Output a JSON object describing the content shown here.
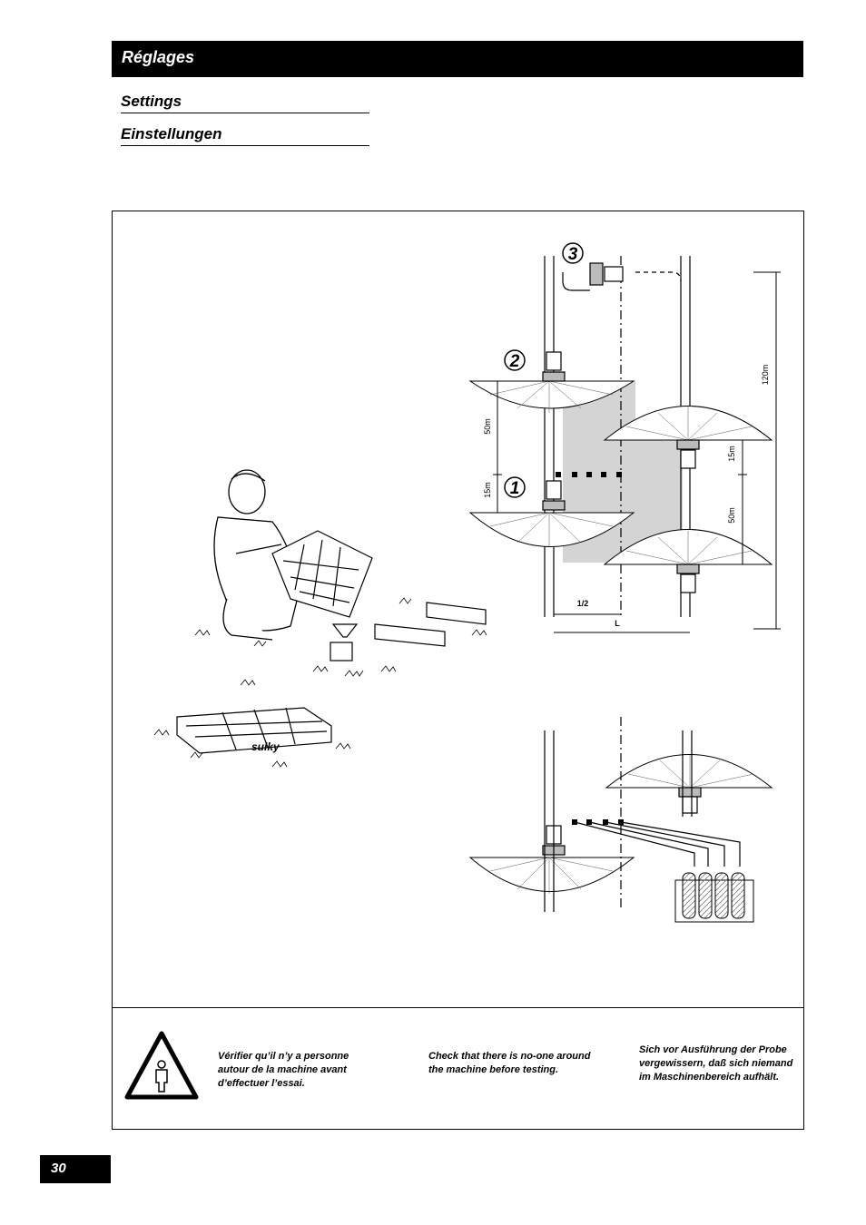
{
  "header": {
    "title": "Réglages"
  },
  "subtitles": {
    "en": "Settings",
    "de": "Einstellungen"
  },
  "diagram": {
    "step_labels": [
      "1",
      "2",
      "3"
    ],
    "dimensions": {
      "d50_left": "50m",
      "d15_left": "15m",
      "d15_right": "15m",
      "d50_right": "50m",
      "d120": "120m",
      "half": "1/2",
      "length": "L"
    },
    "tray_brand": "sulky"
  },
  "warning": {
    "icon": "warning-person-icon",
    "fr": "Vérifier qu’il n’y a personne autour de la machine avant d’effectuer l’essai.",
    "en": "Check that there is no-one around the machine before testing.",
    "de": "Sich vor Ausführung der Probe vergewissern, daß sich niemand im Maschinenbereich aufhält."
  },
  "page_number": "30"
}
